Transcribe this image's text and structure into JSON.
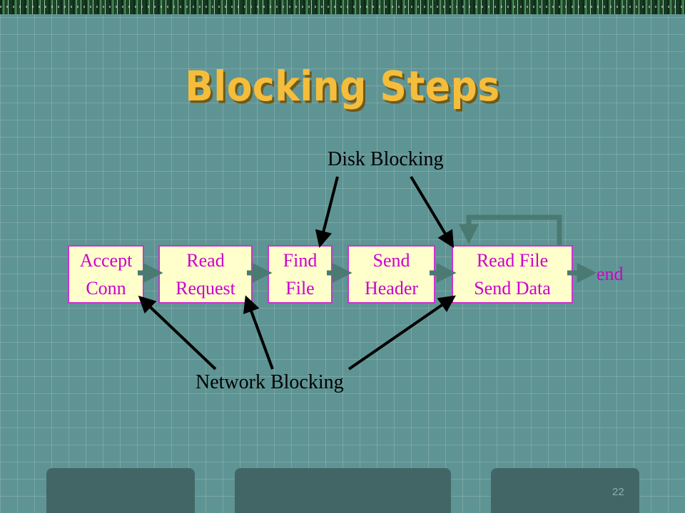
{
  "slide": {
    "title": "Blocking Steps",
    "disk_label": "Disk Blocking",
    "network_label": "Network Blocking",
    "end_label": "end",
    "page_number": "22",
    "steps": [
      {
        "line1": "Accept",
        "line2": "Conn"
      },
      {
        "line1": "Read",
        "line2": "Request"
      },
      {
        "line1": "Find",
        "line2": "File"
      },
      {
        "line1": "Send",
        "line2": "Header"
      },
      {
        "line1": "Read File",
        "line2": "Send Data"
      }
    ]
  },
  "colors": {
    "background": "#5f9494",
    "title": "#f5bd3c",
    "step_fill": "#ffffcc",
    "step_border": "#cc33cc",
    "step_text": "#cc00cc",
    "flow_arrow": "#4a7a72",
    "pointer_arrow": "#000000"
  }
}
